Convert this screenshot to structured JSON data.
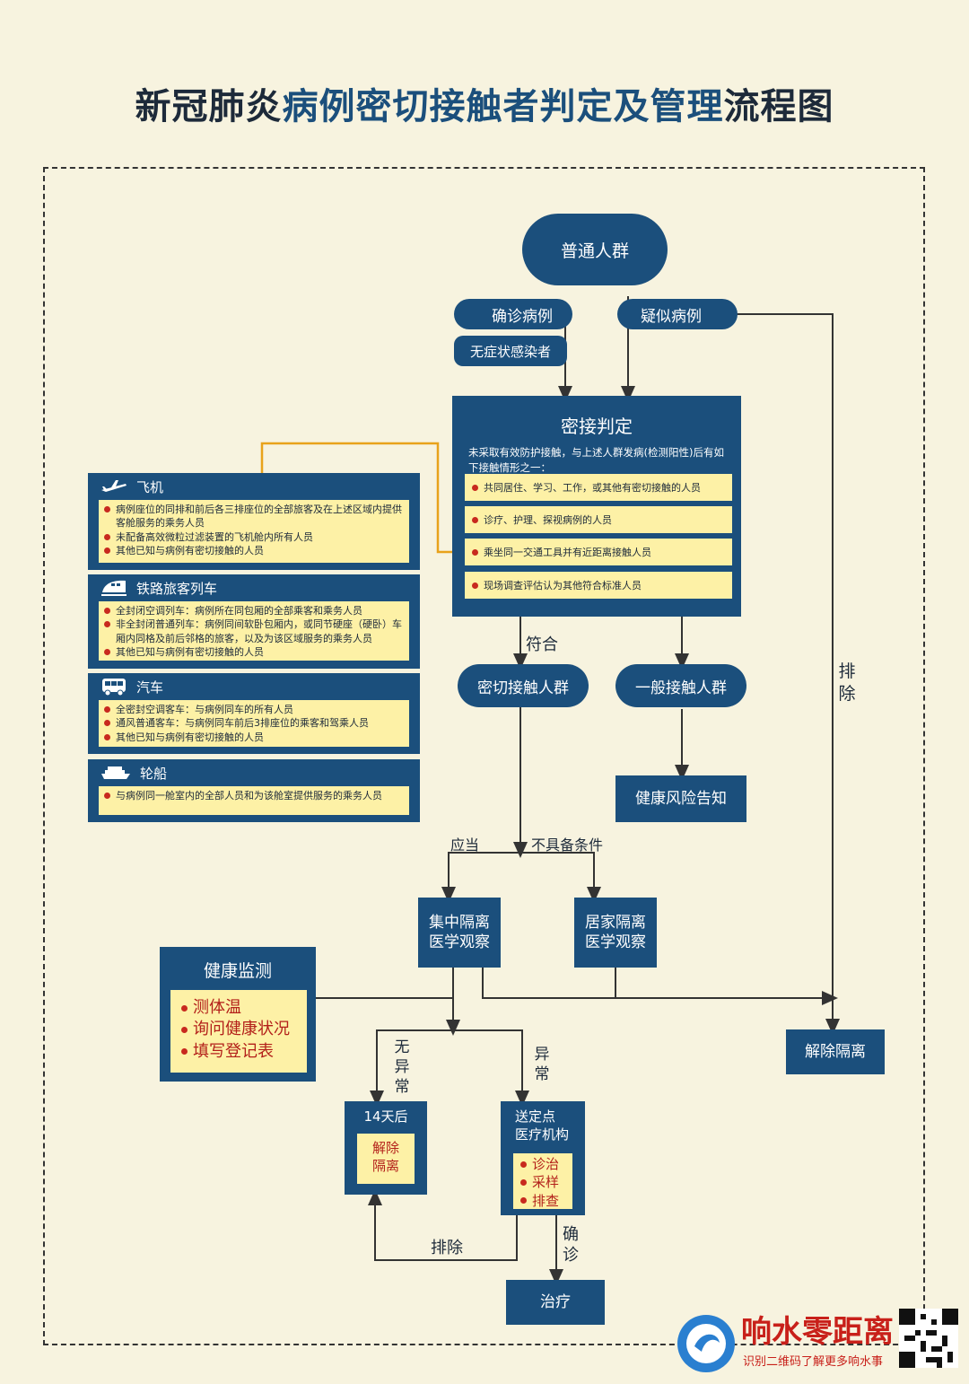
{
  "title": {
    "part1": "新冠肺炎",
    "part2": "病例密切接触者判定及管理",
    "part3": "流程图"
  },
  "nodes": {
    "general": "普通人群",
    "confirmed": "确诊病例",
    "asymptomatic": "无症状感染者",
    "suspected": "疑似病例",
    "close_contacts": "密切接触人群",
    "general_contacts": "一般接触人群",
    "health_notice": "健康风险告知",
    "central_line1": "集中隔离",
    "central_line2": "医学观察",
    "home_line1": "居家隔离",
    "home_line2": "医学观察",
    "release": "解除隔离",
    "after14": "14天后",
    "after14_line1": "解除",
    "after14_line2": "隔离",
    "hospital_line1": "送定点",
    "hospital_line2": "医疗机构",
    "hospital_items": [
      "诊治",
      "采样",
      "排查"
    ],
    "treatment": "治疗"
  },
  "judgement": {
    "title": "密接判定",
    "desc": "未采取有效防护接触，与上述人群发病(检测阳性)后有如下接触情形之一：",
    "criteria": [
      "共同居住、学习、工作，或其他有密切接触的人员",
      "诊疗、护理、探视病例的人员",
      "乘坐同一交通工具并有近距离接触人员",
      "现场调查评估认为其他符合标准人员"
    ]
  },
  "transport": [
    {
      "title": "飞机",
      "items": [
        "病例座位的同排和前后各三排座位的全部旅客及在上述区域内提供客舱服务的乘务人员",
        "未配备高效微粒过滤装置的飞机舱内所有人员",
        "其他已知与病例有密切接触的人员"
      ]
    },
    {
      "title": "铁路旅客列车",
      "items": [
        "全封闭空调列车：病例所在同包厢的全部乘客和乘务人员",
        "非全封闭普通列车：病例同间软卧包厢内，或同节硬座（硬卧）车厢内同格及前后邻格的旅客，以及为该区域服务的乘务人员",
        "其他已知与病例有密切接触的人员"
      ]
    },
    {
      "title": "汽车",
      "items": [
        "全密封空调客车：与病例同车的所有人员",
        "通风普通客车：与病例同车前后3排座位的乘客和驾乘人员",
        "其他已知与病例有密切接触的人员"
      ]
    },
    {
      "title": "轮船",
      "items": [
        "与病例同一舱室内的全部人员和为该舱室提供服务的乘务人员"
      ]
    }
  ],
  "monitoring": {
    "title": "健康监测",
    "items": [
      "测体温",
      "询问健康状况",
      "填写登记表"
    ]
  },
  "edges": {
    "match": "符合",
    "exclude_right": "排除",
    "should": "应当",
    "not_eligible": "不具备条件",
    "normal": "无异常",
    "abnormal": "异常",
    "exclude_bottom": "排除",
    "confirm": "确诊"
  },
  "logo": {
    "name": "响水零距离",
    "sub": "识别二维码了解更多响水事"
  },
  "colors": {
    "navy": "#1b4f7c",
    "yellow": "#fdf1a6",
    "red": "#c8291e",
    "orange": "#e8a21b",
    "bg": "#f7f3df"
  }
}
